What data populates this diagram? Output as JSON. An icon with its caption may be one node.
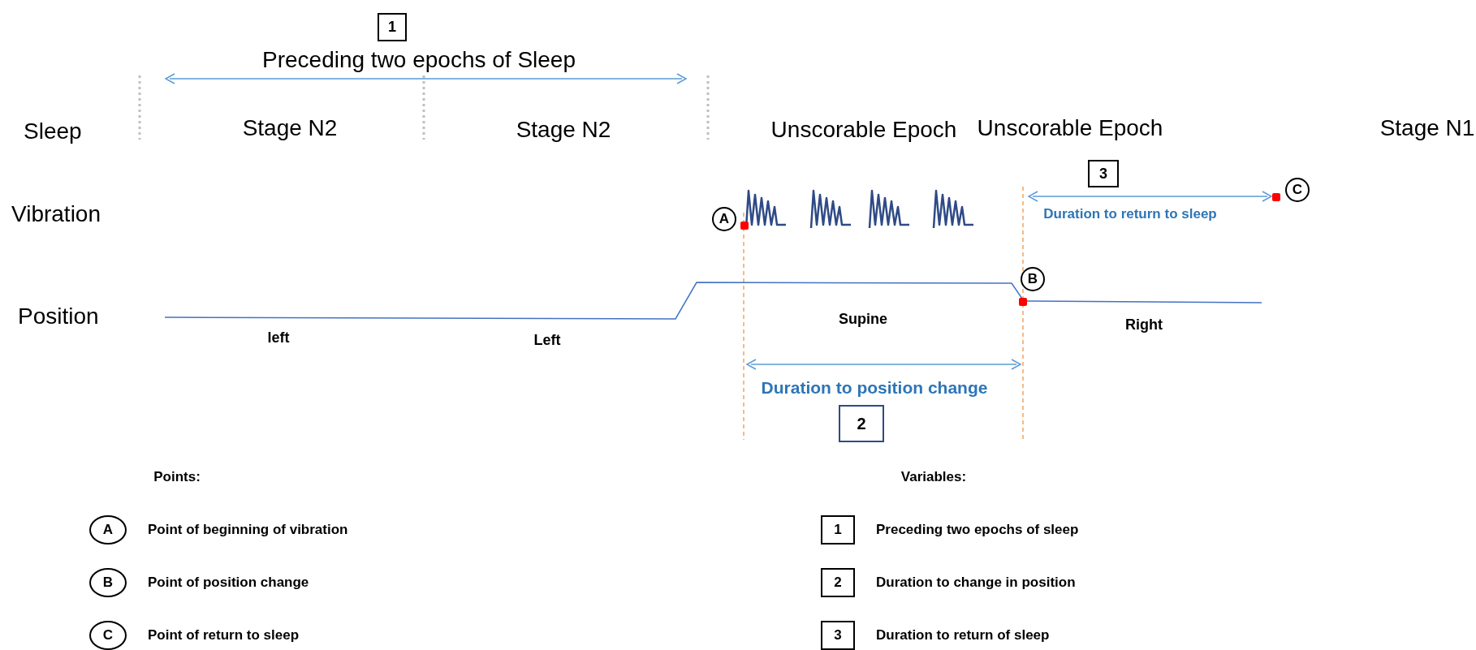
{
  "diagram": {
    "nodes": [
      {
        "text": [
          "1"
        ]
      },
      {
        "text": [
          "3"
        ]
      },
      {
        "text": [
          "C"
        ]
      },
      {
        "text": [
          "A"
        ]
      },
      {
        "text": [
          "B"
        ]
      },
      {
        "text": [
          "2"
        ]
      },
      {
        "text": [
          "A"
        ],
        "beside": [
          "Point of beginning of vibration"
        ]
      },
      {
        "text": [
          "1"
        ],
        "beside": [
          "Preceding two epochs of sleep"
        ]
      },
      {
        "text": [
          "B"
        ],
        "beside": [
          "Point of position change"
        ]
      },
      {
        "text": [
          "2"
        ],
        "beside": [
          "Duration to change in position"
        ]
      },
      {
        "text": [
          "C"
        ],
        "beside": [
          "Point of return to sleep"
        ]
      },
      {
        "text": [
          "3"
        ],
        "beside": [
          "Duration to return of sleep"
        ]
      }
    ],
    "edges": [],
    "labels": [
      "Preceding two epochs of Sleep",
      "Sleep",
      "Stage N2",
      "Stage N2",
      "Unscorable Epoch",
      "Unscorable Epoch",
      "Stage N1",
      "Vibration",
      "Duration to return to sleep",
      "Position",
      "left",
      "Left",
      "Supine",
      "Right",
      "Duration to position change",
      "Points:",
      "Variables:"
    ]
  }
}
